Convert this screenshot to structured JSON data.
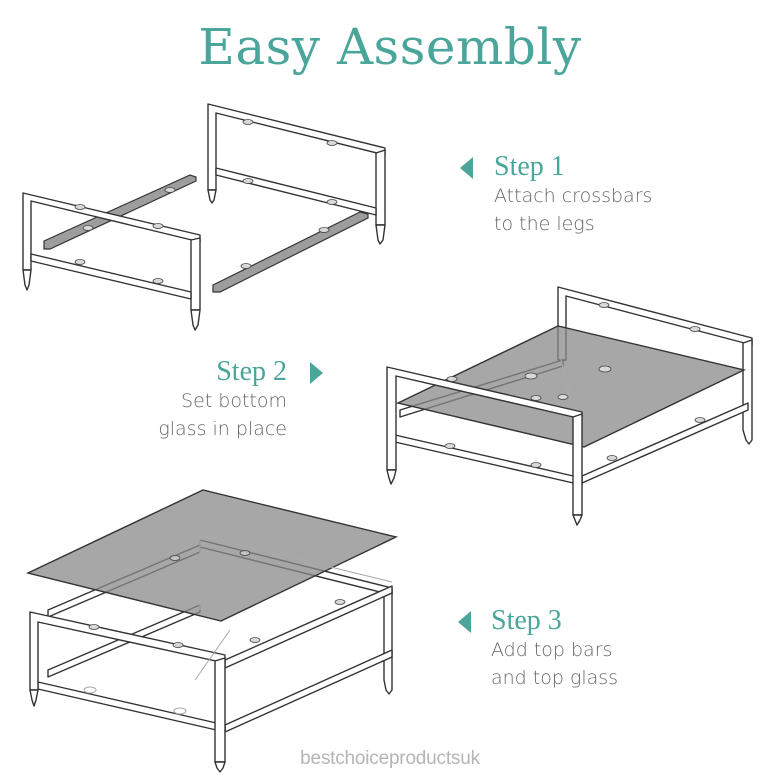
{
  "title": "Easy Assembly",
  "steps": [
    {
      "heading": "Step 1",
      "line1": "Attach crossbars",
      "line2": "to the legs",
      "arrow": "left"
    },
    {
      "heading": "Step 2",
      "line1": "Set bottom",
      "line2": "glass in place",
      "arrow": "right"
    },
    {
      "heading": "Step 3",
      "line1": "Add top bars",
      "line2": "and top glass",
      "arrow": "left"
    }
  ],
  "watermark": "bestchoiceproductsuk",
  "colors": {
    "accent": "#4aa59a",
    "text": "#666666",
    "watermark": "#b5b5b5",
    "glass": "#8a8a8a"
  },
  "illustrations": [
    {
      "name": "step-1-frames-and-crossbars"
    },
    {
      "name": "step-2-bottom-glass-on-frame"
    },
    {
      "name": "step-3-top-glass-over-table"
    }
  ]
}
